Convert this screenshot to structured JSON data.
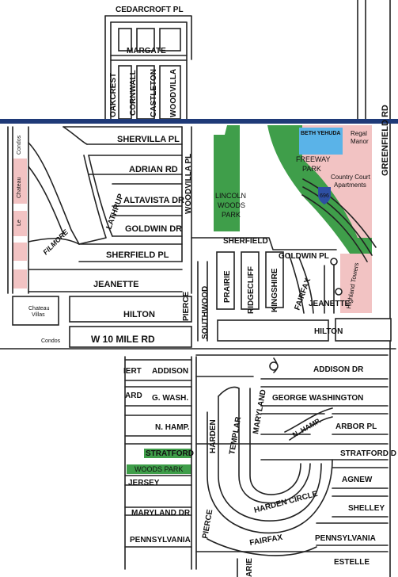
{
  "colors": {
    "park": "#3f9e4a",
    "condo": "#f2c3c3",
    "beth_yehuda": "#5ab3e8",
    "highway": "#1f3a78",
    "interstate_shield": "#2e4fa3",
    "road": "#222222"
  },
  "streets": {
    "cedarcroft": "CEDARCROFT PL",
    "margate": "MARGATE",
    "oakcrest": "OAKCREST",
    "cornwall": "CORNWALL",
    "castleton": "CASTLETON",
    "woodvilla_north": "WOODVILLA",
    "greenfield": "GREENFIELD RD",
    "shervilla": "SHERVILLA PL",
    "adrian": "ADRIAN RD",
    "altavista": "ALTAVISTA DR",
    "goldwin_west": "GOLDWIN DR",
    "lathrup": "LATHRUP",
    "filmore": "FILMORE",
    "sherfield_pl": "SHERFIELD PL",
    "jeanette_west": "JEANETTE",
    "hilton_west": "HILTON",
    "ten_mile": "W  10  MILE  RD",
    "woodvilla_pl": "WOODVILLA PL",
    "pierce_north": "PIERCE",
    "sherfield": "SHERFIELD",
    "southwood": "SOUTHWOOD",
    "prairie": "PRAIRIE",
    "ridgecliff": "RIDGECLIFF",
    "kingshire": "KINGSHIRE",
    "fairfax_north": "FAIRFAX",
    "goldwin_pl": "GOLDWIN PL",
    "jeanette_east": "JEANETTE",
    "hilton_east": "HILTON",
    "highland_towers": "Highland Towers",
    "ert": "IERT",
    "addison": "ADDISON",
    "addison_dr": "ADDISON DR",
    "ard": "ARD",
    "g_wash": "G. WASH.",
    "george_washington": "GEORGE    WASHINGTON",
    "n_hamp": "N. HAMP.",
    "n_hamp_east": "N. HAMP.",
    "arbor": "ARBOR PL",
    "harden": "HARDEN",
    "templar": "TEMPLAR",
    "maryland_north": "MARYLAND",
    "stratford": "STRATFORD",
    "stratford_dr": "STRATFORD D",
    "jersey": "JERSEY",
    "agnew": "AGNEW",
    "harden_circle": "HARDEN  CIRCLE",
    "shelley": "SHELLEY",
    "maryland_dr": "MARYLAND DR",
    "pierce_south": "PIERCE",
    "pennsylvania_west": "PENNSYLVANIA",
    "fairfax_south": "FAIRFAX",
    "pennsylvania_east": "PENNSYLVANIA",
    "estelle": "ESTELLE",
    "arie": "ARIE"
  },
  "places": {
    "condos_north": "Condos",
    "chateau": "Chateau",
    "le": "Le",
    "chateau_villas_1": "Chateau",
    "chateau_villas_2": "Villas",
    "condos_south": "Condos",
    "lincoln_1": "LINCOLN",
    "lincoln_2": "WOODS",
    "lincoln_3": "PARK",
    "freeway_1": "FREEWAY",
    "freeway_2": "PARK",
    "beth_yehuda": "BETH YEHUDA",
    "regal_1": "Regal",
    "regal_2": "Manor",
    "country_court_1": "Country Court",
    "country_court_2": "Apartments",
    "woods_park": "WOODS PARK"
  },
  "highway": {
    "shield": "696"
  }
}
